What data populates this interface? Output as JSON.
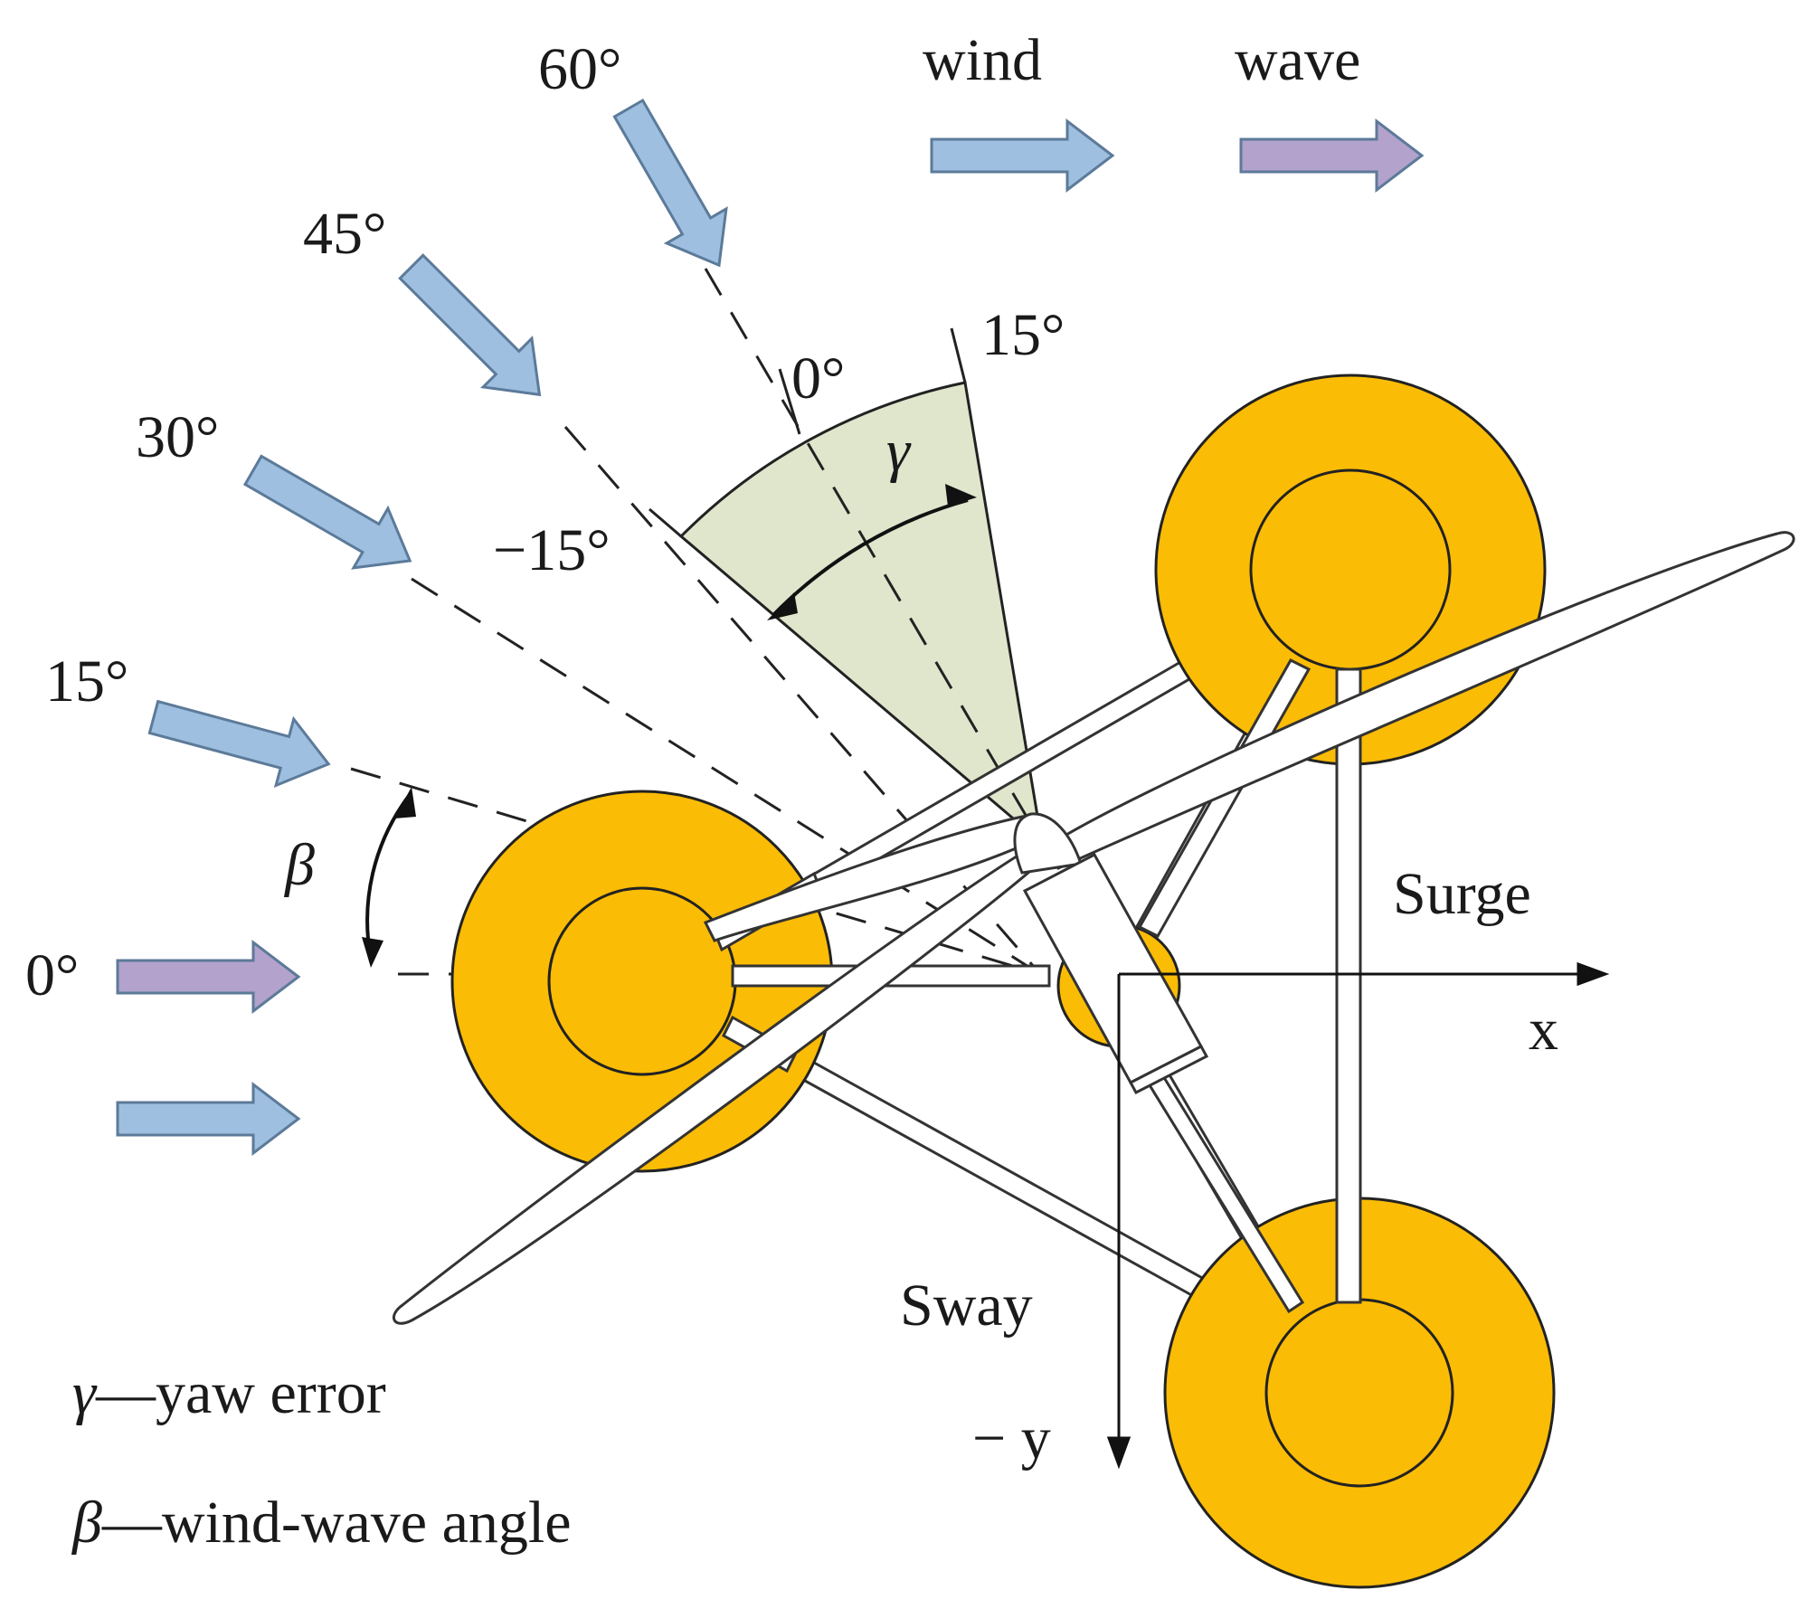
{
  "legend": {
    "wind": "wind",
    "wave": "wave",
    "wind_color": "#9ebfe0",
    "wave_color": "#b2a2cc"
  },
  "directions": {
    "d0": "0°",
    "d15": "15°",
    "d30": "30°",
    "d45": "45°",
    "d60": "60°"
  },
  "yaw": {
    "symbol": "γ",
    "zero": "0°",
    "plus": "15°",
    "minus": "−15°",
    "sector_color": "#dfe6cc"
  },
  "beta": {
    "symbol": "β"
  },
  "axes": {
    "surge": "Surge",
    "x": "x",
    "sway": "Sway",
    "neg_y": "− y"
  },
  "notes": {
    "gamma_symbol": "γ",
    "gamma_text": "—yaw error",
    "beta_symbol": "β",
    "beta_text": "—wind-wave angle"
  },
  "platform": {
    "column_color": "#fbbc05"
  }
}
